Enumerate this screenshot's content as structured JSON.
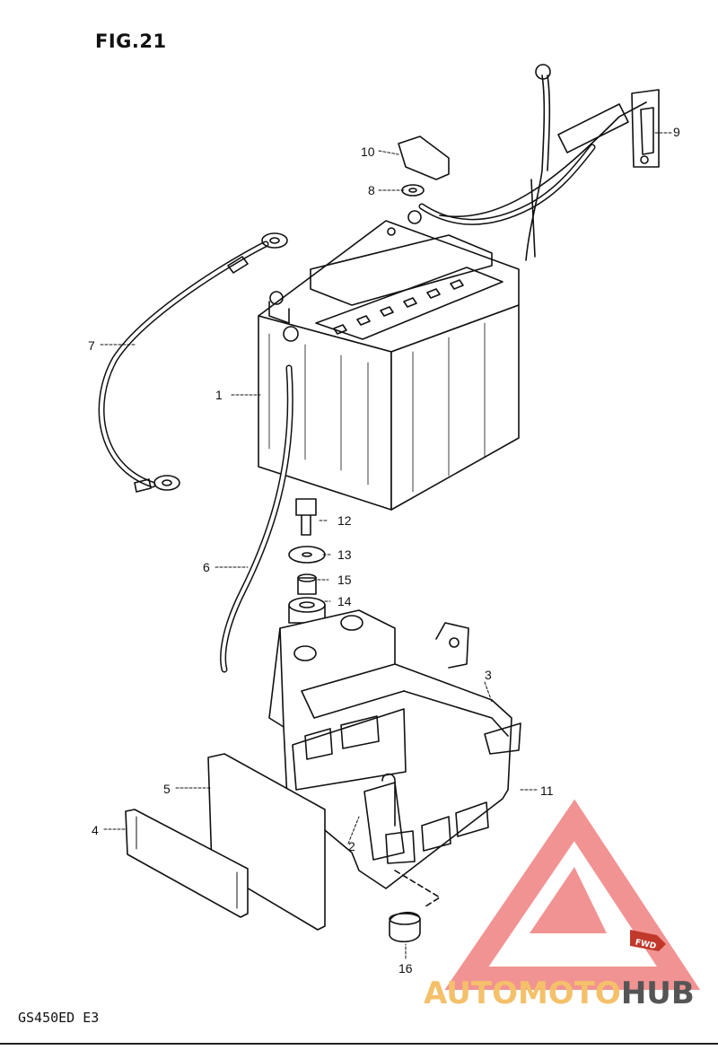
{
  "figure": {
    "title": "FIG.21",
    "model": "GS450ED E3"
  },
  "callouts": [
    {
      "id": "c1",
      "label": "1"
    },
    {
      "id": "c2",
      "label": "2"
    },
    {
      "id": "c3",
      "label": "3"
    },
    {
      "id": "c4",
      "label": "4"
    },
    {
      "id": "c5",
      "label": "5"
    },
    {
      "id": "c6",
      "label": "6"
    },
    {
      "id": "c7",
      "label": "7"
    },
    {
      "id": "c8",
      "label": "8"
    },
    {
      "id": "c9",
      "label": "9"
    },
    {
      "id": "c10",
      "label": "10"
    },
    {
      "id": "c11",
      "label": "11"
    },
    {
      "id": "c12",
      "label": "12"
    },
    {
      "id": "c13",
      "label": "13"
    },
    {
      "id": "c14",
      "label": "14"
    },
    {
      "id": "c15",
      "label": "15"
    },
    {
      "id": "c16",
      "label": "16"
    }
  ],
  "watermark": {
    "brand_part1": "AUTOMOTO",
    "brand_part2": "HUB",
    "fwd_label": "FWD",
    "color_primary": "#f08080",
    "color_accent": "#f4c06a",
    "color_dark": "#555555"
  }
}
